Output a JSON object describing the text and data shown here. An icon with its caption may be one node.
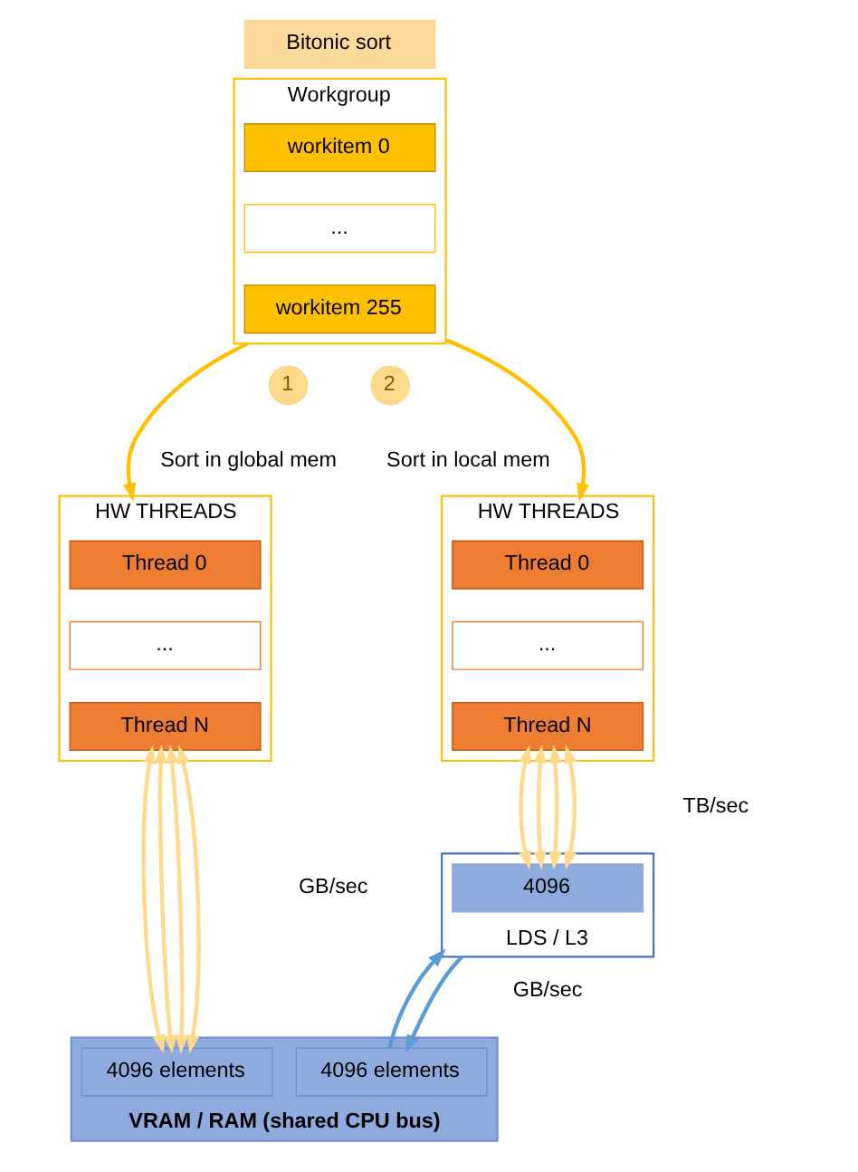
{
  "diagram": {
    "nodes": [
      {
        "text": [
          "Bitonic sort"
        ]
      },
      {
        "text": [
          "Workgroup"
        ]
      },
      {
        "text": [
          "workitem 0"
        ],
        "in": 1
      },
      {
        "text": [
          "..."
        ],
        "in": 1
      },
      {
        "text": [
          "workitem 255"
        ],
        "in": 1
      },
      {
        "text": [
          "1"
        ]
      },
      {
        "text": [
          "2"
        ]
      },
      {
        "text": [
          "HW THREADS"
        ]
      },
      {
        "text": [
          "Thread 0"
        ],
        "in": 7
      },
      {
        "text": [
          "..."
        ],
        "in": 7
      },
      {
        "text": [
          "Thread N"
        ],
        "in": 7
      },
      {
        "text": [
          "HW THREADS"
        ]
      },
      {
        "text": [
          "Thread 0"
        ],
        "in": 11
      },
      {
        "text": [
          "..."
        ],
        "in": 11
      },
      {
        "text": [
          "Thread N"
        ],
        "in": 11
      },
      {
        "text": [
          "LDS / L3"
        ]
      },
      {
        "text": [
          "4096"
        ],
        "in": 15
      },
      {
        "text": [
          "VRAM / RAM (shared CPU bus)"
        ]
      },
      {
        "text": [
          "4096 elements"
        ],
        "in": 17
      },
      {
        "text": [
          "4096 elements"
        ],
        "in": 17
      }
    ],
    "edges": [
      {
        "from": 1,
        "to": 7,
        "arrow": "to",
        "color": "#ffc000"
      },
      {
        "from": 1,
        "to": 11,
        "arrow": "to",
        "color": "#ffc000"
      },
      {
        "from": 7,
        "to": 18,
        "arrow": "both"
      },
      {
        "from": 7,
        "to": 18,
        "arrow": "both"
      },
      {
        "from": 7,
        "to": 18,
        "arrow": "both"
      },
      {
        "from": 7,
        "to": 18,
        "arrow": "both"
      },
      {
        "from": 14,
        "to": 16,
        "arrow": "both"
      },
      {
        "from": 14,
        "to": 16,
        "arrow": "both"
      },
      {
        "from": 14,
        "to": 16,
        "arrow": "both"
      },
      {
        "from": 14,
        "to": 16,
        "arrow": "both"
      },
      {
        "from": 19,
        "to": 15,
        "arrow": "to",
        "color": "#5b9bd5"
      },
      {
        "from": 15,
        "to": 19,
        "arrow": "to",
        "color": "#5b9bd5"
      }
    ],
    "labels": [
      "Sort in global mem",
      "Sort in local mem",
      "GB/sec",
      "TB/sec",
      "GB/sec"
    ]
  }
}
